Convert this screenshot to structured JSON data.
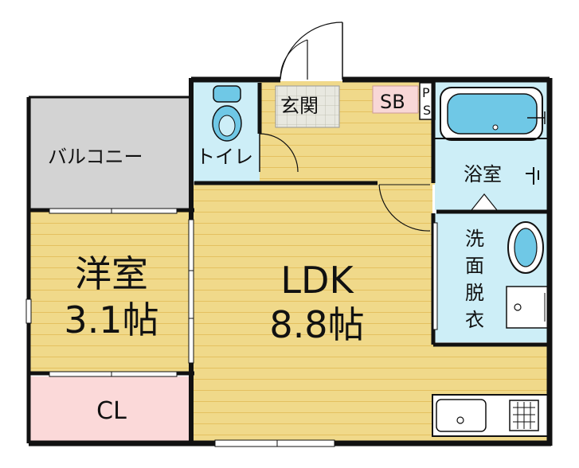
{
  "floorplan": {
    "rooms": {
      "balcony": "バルコニー",
      "toilet": "トイレ",
      "entrance": "玄関",
      "shoe_box": "SB",
      "pipe_space": [
        "P",
        "S"
      ],
      "bathroom": "浴室",
      "washroom": [
        "洗",
        "面",
        "脱",
        "衣"
      ],
      "western_room": {
        "name": "洋室",
        "size": "3.1帖"
      },
      "ldk": {
        "name": "LDK",
        "size": "8.8帖"
      },
      "closet": "CL"
    },
    "colors": {
      "wood_floor": "#f0d98a",
      "wood_line": "#e4c060",
      "wet_area": "#cdeef7",
      "balcony": "#d3d3d3",
      "closet": "#fbd9d9",
      "shoe_box": "#f8d7d7",
      "fixture": "#6fc8e6",
      "wall": "#111111"
    }
  }
}
